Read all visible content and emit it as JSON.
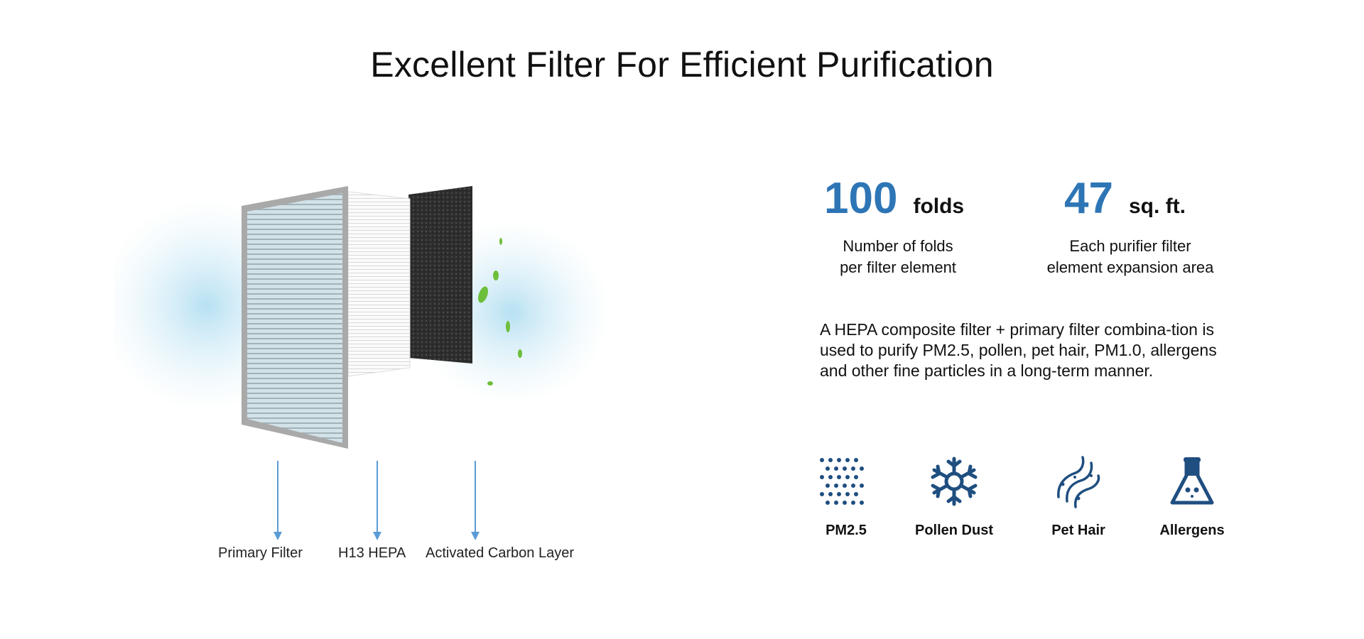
{
  "title": "Excellent Filter For Efficient Purification",
  "colors": {
    "accent": "#2e75b6",
    "icon": "#1f4e80",
    "arrow": "#5b9bd5"
  },
  "layers": [
    {
      "label": "Primary Filter"
    },
    {
      "label": "H13 HEPA"
    },
    {
      "label": "Activated Carbon Layer"
    }
  ],
  "stats": [
    {
      "value": "100",
      "unit": "folds",
      "desc_line1": "Number of folds",
      "desc_line2": "per filter element"
    },
    {
      "value": "47",
      "unit": "sq. ft.",
      "desc_line1": "Each purifier filter",
      "desc_line2": "element expansion area"
    }
  ],
  "description": "A HEPA composite filter + primary filter combina-tion is used to purify PM2.5, pollen, pet hair, PM1.0, allergens and other fine particles in a long-term manner.",
  "features": [
    {
      "label": "PM2.5",
      "icon": "particles-icon"
    },
    {
      "label": "Pollen Dust",
      "icon": "pollen-icon"
    },
    {
      "label": "Pet Hair",
      "icon": "pet-hair-icon"
    },
    {
      "label": "Allergens",
      "icon": "flask-icon"
    }
  ]
}
